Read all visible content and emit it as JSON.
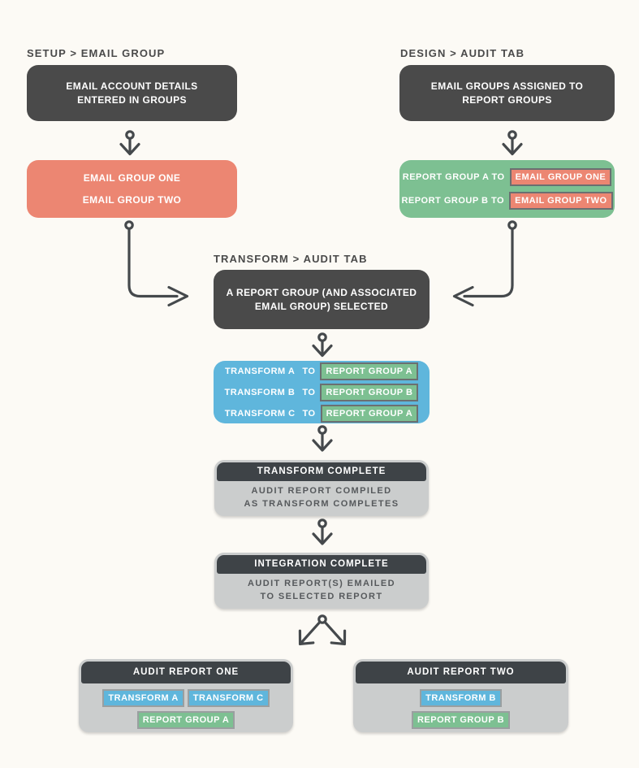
{
  "colors": {
    "background": "#FCFAF5",
    "charcoal_box": "#4A4A4A",
    "panel_header": "#3E4347",
    "panel_gray": "#CBCDCD",
    "salmon": "#EC8672",
    "green": "#7DC092",
    "blue": "#5FB6DC",
    "arrow": "#45494C"
  },
  "setup": {
    "heading": "SETUP > EMAIL GROUP",
    "box_lines": [
      "EMAIL ACCOUNT DETAILS",
      "ENTERED IN GROUPS"
    ],
    "email_groups": [
      "EMAIL GROUP ONE",
      "EMAIL GROUP TWO"
    ]
  },
  "design": {
    "heading": "DESIGN > AUDIT TAB",
    "box_lines": [
      "EMAIL GROUPS ASSIGNED TO",
      "REPORT GROUPS"
    ],
    "assignments": [
      {
        "label": "REPORT GROUP A TO",
        "badge": "EMAIL GROUP ONE"
      },
      {
        "label": "REPORT GROUP B TO",
        "badge": "EMAIL GROUP TWO"
      }
    ]
  },
  "transform": {
    "heading": "TRANSFORM > AUDIT TAB",
    "box_lines": [
      "A REPORT GROUP (AND ASSOCIATED",
      "EMAIL GROUP) SELECTED"
    ],
    "mappings": [
      {
        "name": "TRANSFORM A",
        "to": "TO",
        "badge": "REPORT GROUP A"
      },
      {
        "name": "TRANSFORM B",
        "to": "TO",
        "badge": "REPORT GROUP B"
      },
      {
        "name": "TRANSFORM C",
        "to": "TO",
        "badge": "REPORT GROUP A"
      }
    ]
  },
  "transform_complete": {
    "title": "TRANSFORM COMPLETE",
    "body_lines": [
      "AUDIT REPORT COMPILED",
      "AS TRANSFORM COMPLETES"
    ]
  },
  "integration_complete": {
    "title": "INTEGRATION COMPLETE",
    "body_lines": [
      "AUDIT REPORT(S) EMAILED",
      "TO SELECTED REPORT"
    ]
  },
  "audit_report_one": {
    "title": "AUDIT REPORT ONE",
    "transforms": [
      "TRANSFORM A",
      "TRANSFORM C"
    ],
    "report_groups": [
      "REPORT GROUP A"
    ]
  },
  "audit_report_two": {
    "title": "AUDIT REPORT TWO",
    "transforms": [
      "TRANSFORM B"
    ],
    "report_groups": [
      "REPORT GROUP B"
    ]
  }
}
